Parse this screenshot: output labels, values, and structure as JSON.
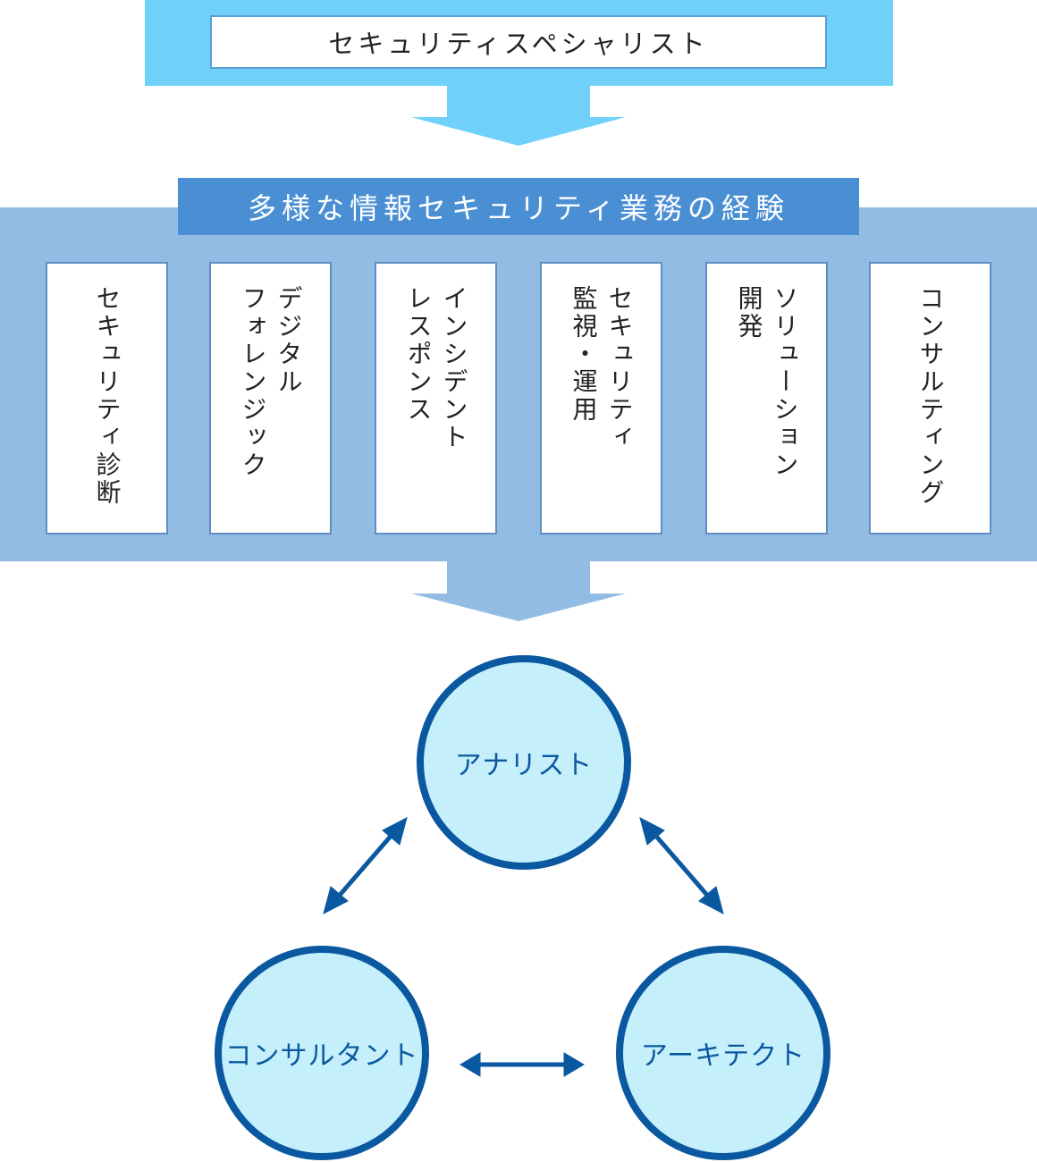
{
  "top": {
    "title": "セキュリティスペシャリスト"
  },
  "experience": {
    "title": "多様な情報セキュリティ業務の経験",
    "cards": [
      {
        "lines": [
          "セキュリティ診断"
        ]
      },
      {
        "lines": [
          "デジタル",
          "フォレンジック"
        ]
      },
      {
        "lines": [
          "インシデント",
          "レスポンス"
        ]
      },
      {
        "lines": [
          "セキュリティ",
          "監視・運用"
        ]
      },
      {
        "lines": [
          "ソリューション",
          "開発"
        ]
      },
      {
        "lines": [
          "コンサルティング"
        ]
      }
    ]
  },
  "roles": {
    "analyst": "アナリスト",
    "consultant": "コンサルタント",
    "architect": "アーキテクト"
  },
  "colors": {
    "top_band": "#6fd0fa",
    "experience_band": "#93bce4",
    "experience_title": "#4a8fd4",
    "circle_fill": "#c6effc",
    "circle_border": "#0a58a0"
  }
}
